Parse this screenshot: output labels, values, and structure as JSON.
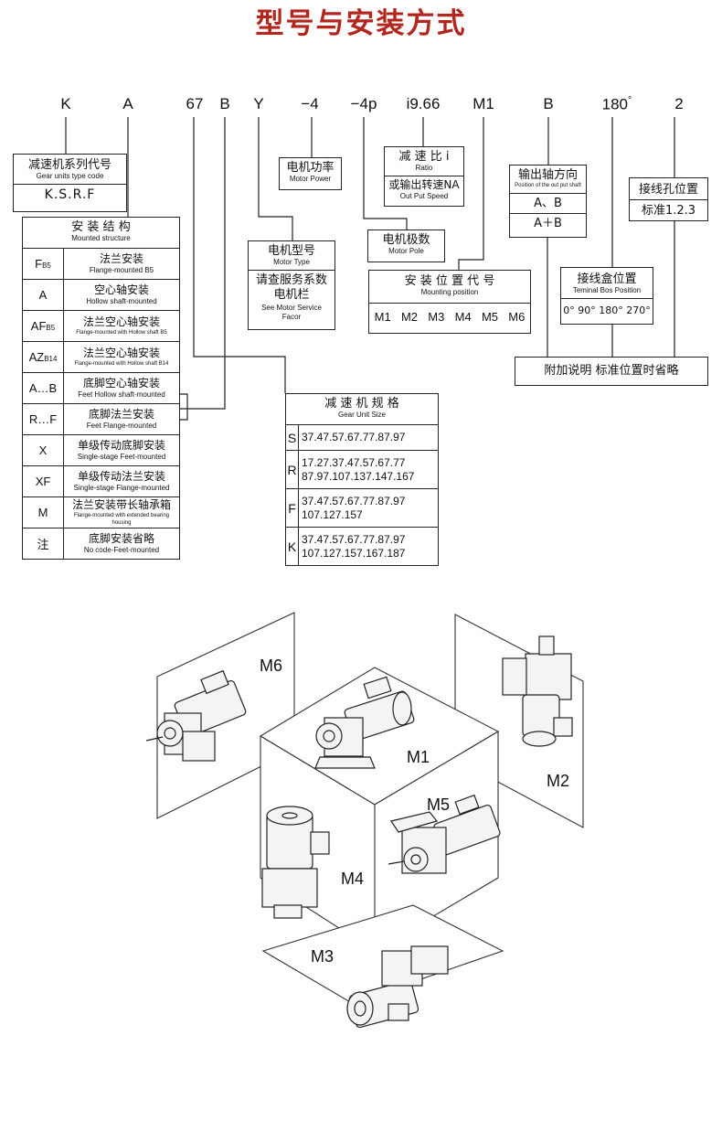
{
  "title": "型号与安装方式",
  "code_letters": [
    "K",
    "A",
    "67",
    "B",
    "Y",
    "−4",
    "−4p",
    "i9.66",
    "M1",
    "B",
    "180",
    "2"
  ],
  "degree_mark": "°",
  "series": {
    "cn": "减速机系列代号",
    "en": "Gear units type code",
    "value": "K.S.R.F"
  },
  "motor_power": {
    "cn": "电机功率",
    "en": "Motor Power"
  },
  "ratio": {
    "cn": "减 速 比 i",
    "en": "Ratio",
    "cn2": "或输出转速NA",
    "en2": "Out Put Speed"
  },
  "output_shaft": {
    "cn": "输出轴方向",
    "en": "Position of the out put shaft",
    "opt1": "A、B",
    "opt2": "A＋B"
  },
  "terminal_hole": {
    "cn": "接线孔位置",
    "value": "标准1.2.3"
  },
  "motor_type": {
    "cn": "电机型号",
    "en": "Motor Type",
    "cn2": "请查服务系数电机栏",
    "en2": "See Motor Service Facor"
  },
  "motor_pole": {
    "cn": "电机极数",
    "en": "Motor Pole"
  },
  "mounting_position": {
    "cn": "安 装 位 置 代 号",
    "en": "Mounting position",
    "codes": [
      "M1",
      "M2",
      "M3",
      "M4",
      "M5",
      "M6"
    ]
  },
  "terminal_box": {
    "cn": "接线盒位置",
    "en": "Teminal Bos Position",
    "value": "0° 90° 180° 270°"
  },
  "note": "附加说明  标准位置时省略",
  "mounted": {
    "header_cn": "安 装 结 构",
    "header_en": "Mounted structure",
    "rows": [
      {
        "code": "F",
        "sub": "B5",
        "cn": "法兰安装",
        "en": "Flange-mounted B5"
      },
      {
        "code": "A",
        "sub": "",
        "cn": "空心轴安装",
        "en": "Hollow shaft-mounted"
      },
      {
        "code": "AF",
        "sub": "B5",
        "cn": "法兰空心轴安装",
        "en": "Flange-mounted with Hollow shaft B5"
      },
      {
        "code": "AZ",
        "sub": "B14",
        "cn": "法兰空心轴安装",
        "en": "Flange-mounted with Hollow shaft B14"
      },
      {
        "code": "A…B",
        "sub": "",
        "cn": "底脚空心轴安装",
        "en": "Feet Hollow shaft-mounted"
      },
      {
        "code": "R…F",
        "sub": "",
        "cn": "底脚法兰安装",
        "en": "Feet Flange-mounted"
      },
      {
        "code": "X",
        "sub": "",
        "cn": "单级传动底脚安装",
        "en": "Single-stage Feet-mounted"
      },
      {
        "code": "XF",
        "sub": "",
        "cn": "单级传动法兰安装",
        "en": "Single-stage Flange-mounted"
      },
      {
        "code": "M",
        "sub": "",
        "cn": "法兰安装带长轴承箱",
        "en": "Flange-mounted with extended bearing housing"
      },
      {
        "code": "注",
        "sub": "",
        "cn": "底脚安装省略",
        "en": "No code-Feet-mounted"
      }
    ]
  },
  "gear_size": {
    "header_cn": "减 速 机 规 格",
    "header_en": "Gear Unit Size",
    "rows": [
      {
        "code": "S",
        "line1": "37.47.57.67.77.87.97",
        "line2": ""
      },
      {
        "code": "R",
        "line1": "17.27.37.47.57.67.77",
        "line2": "87.97.107.137.147.167"
      },
      {
        "code": "F",
        "line1": "37.47.57.67.77.87.97",
        "line2": "107.127.157"
      },
      {
        "code": "K",
        "line1": "37.47.57.67.77.87.97",
        "line2": "107.127.157.167.187"
      }
    ]
  },
  "diagram_labels": [
    "M6",
    "M1",
    "M2",
    "M5",
    "M4",
    "M3"
  ]
}
